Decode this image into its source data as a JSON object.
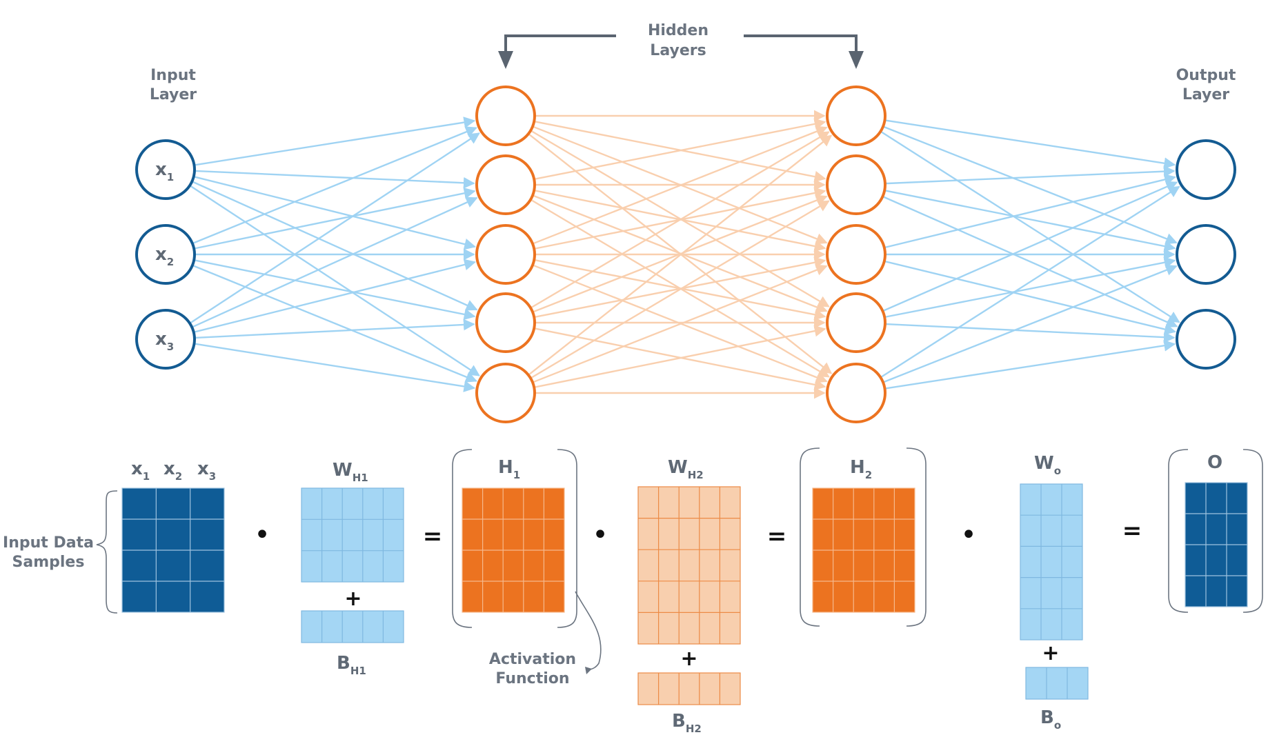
{
  "colors": {
    "input_node": "#135b92",
    "hidden_node": "#ec7320",
    "output_node": "#135b92",
    "edge_blue": "#9fd3f3",
    "edge_orange": "#f9cfae",
    "matrix_dark": "#0f5c96",
    "matrix_light": "#a4d6f4",
    "matrix_orange": "#ec7320",
    "matrix_peach": "#f8cfae",
    "label": "#6b7480",
    "bracket": "#6b7480",
    "hidden_arrow": "#5a6470"
  },
  "labels": {
    "hidden_line1": "Hidden",
    "hidden_line2": "Layers",
    "input_line1": "Input",
    "input_line2": "Layer",
    "output_line1": "Output",
    "output_line2": "Layer",
    "samples_line1": "Input Data",
    "samples_line2": "Samples",
    "activation_line1": "Activation",
    "activation_line2": "Function"
  },
  "network": {
    "input_nodes": [
      {
        "main": "x",
        "sub": "1"
      },
      {
        "main": "x",
        "sub": "2"
      },
      {
        "main": "x",
        "sub": "3"
      }
    ],
    "hidden1_count": 5,
    "hidden2_count": 5,
    "output_count": 3
  },
  "matrices": {
    "input_cols": [
      {
        "main": "x",
        "sub": "1"
      },
      {
        "main": "x",
        "sub": "2"
      },
      {
        "main": "x",
        "sub": "3"
      }
    ],
    "w_h1": {
      "main": "W",
      "sub": "H1"
    },
    "b_h1": {
      "main": "B",
      "sub": "H1"
    },
    "h1": {
      "main": "H",
      "sub": "1"
    },
    "w_h2": {
      "main": "W",
      "sub": "H2"
    },
    "b_h2": {
      "main": "B",
      "sub": "H2"
    },
    "h2": {
      "main": "H",
      "sub": "2"
    },
    "w_o": {
      "main": "W",
      "sub": "o"
    },
    "b_o": {
      "main": "B",
      "sub": "o"
    },
    "o": {
      "main": "O"
    }
  },
  "operators": {
    "dot": "•",
    "plus": "+",
    "equals": "="
  }
}
